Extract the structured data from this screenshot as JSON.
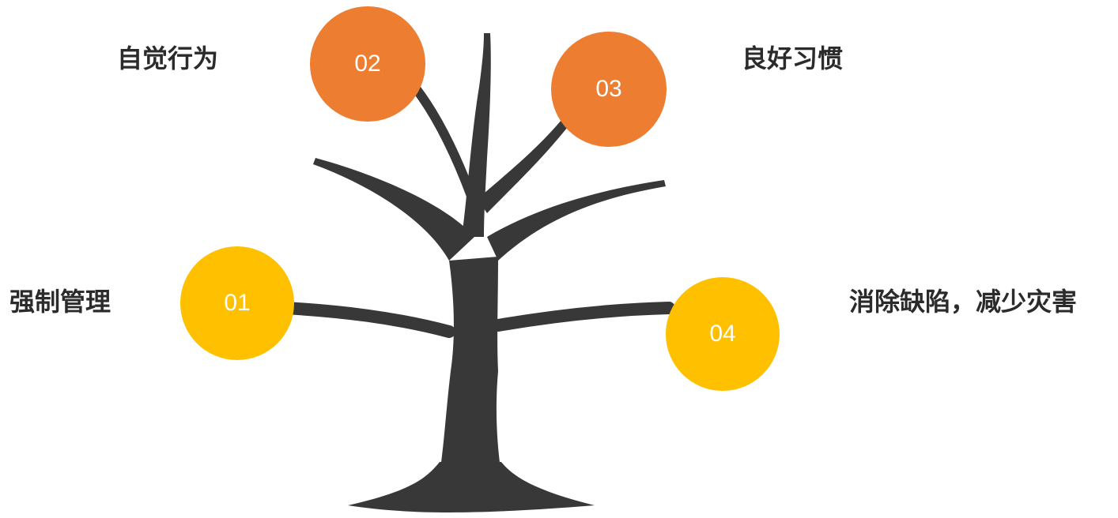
{
  "colors": {
    "trunk": "#383838",
    "primary_node": "#FFC000",
    "secondary_node": "#ED7D31",
    "label_text": "#2b2b2b",
    "node_text": "#ffffff"
  },
  "nodes": [
    {
      "number": "01",
      "label": "强制管理",
      "color": "yellow"
    },
    {
      "number": "02",
      "label": "自觉行为",
      "color": "orange"
    },
    {
      "number": "03",
      "label": "良好习惯",
      "color": "orange"
    },
    {
      "number": "04",
      "label": "消除缺陷，减少灾害",
      "color": "yellow"
    }
  ]
}
